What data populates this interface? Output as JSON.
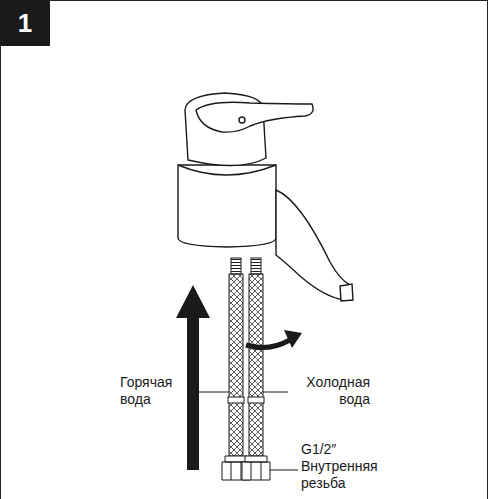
{
  "diagram": {
    "nodes": [
      {
        "text": [
          "1"
        ]
      }
    ],
    "labels": [
      "Горячая вода",
      "Холодная вода",
      "G1/2″ Внутренняя резьба"
    ]
  }
}
